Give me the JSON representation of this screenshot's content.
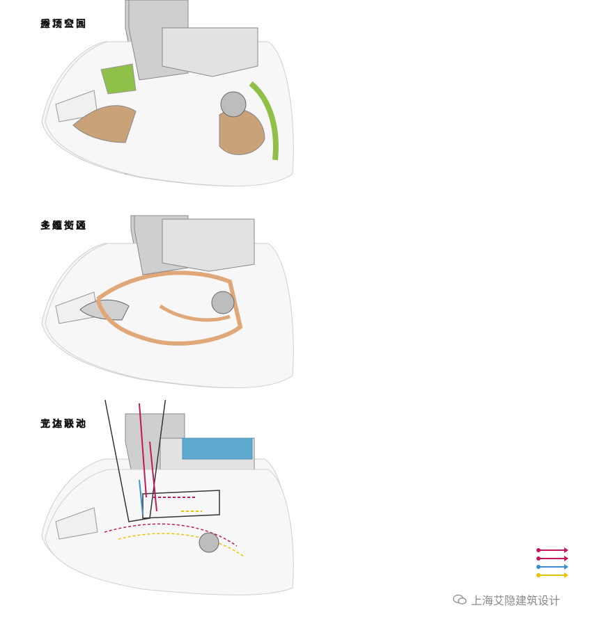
{
  "panels": [
    {
      "title": "屋顶公园"
    },
    {
      "title": "秀场空间"
    },
    {
      "title": "主题街区"
    },
    {
      "title": "多维交通"
    },
    {
      "title": "无边泳池"
    },
    {
      "title": "立体联动"
    }
  ],
  "colors": {
    "green": "#8fc04a",
    "tan": "#c9a27a",
    "orange": "#e0a878",
    "pool": "#5fa9cf",
    "magenta": "#c2185b",
    "blue": "#3b8fd4",
    "yellow": "#e8c400",
    "tower": "#cfcfcf"
  },
  "legend": [
    "magenta",
    "magenta",
    "blue",
    "yellow"
  ],
  "watermark": {
    "text": "上海艾隐建筑设计",
    "icon": "wechat-icon"
  }
}
